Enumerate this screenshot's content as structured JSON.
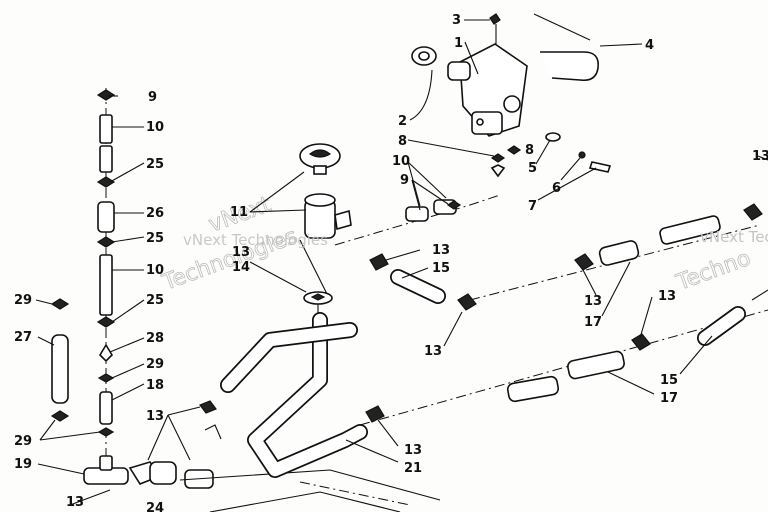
{
  "watermarks": [
    {
      "text": "vNext Technologies"
    },
    {
      "text": "vNext"
    },
    {
      "text": "Technologies"
    },
    {
      "text": "vNext Technologies"
    },
    {
      "text": "Techno"
    }
  ],
  "callouts": [
    {
      "text": "1"
    },
    {
      "text": "2"
    },
    {
      "text": "3"
    },
    {
      "text": "4"
    },
    {
      "text": "5"
    },
    {
      "text": "6"
    },
    {
      "text": "7"
    },
    {
      "text": "8"
    },
    {
      "text": "8"
    },
    {
      "text": "9"
    },
    {
      "text": "9"
    },
    {
      "text": "10"
    },
    {
      "text": "10"
    },
    {
      "text": "10"
    },
    {
      "text": "11"
    },
    {
      "text": "13"
    },
    {
      "text": "13"
    },
    {
      "text": "13"
    },
    {
      "text": "13"
    },
    {
      "text": "13"
    },
    {
      "text": "13"
    },
    {
      "text": "13"
    },
    {
      "text": "13"
    },
    {
      "text": "13"
    },
    {
      "text": "14"
    },
    {
      "text": "15"
    },
    {
      "text": "15"
    },
    {
      "text": "17"
    },
    {
      "text": "17"
    },
    {
      "text": "18"
    },
    {
      "text": "19"
    },
    {
      "text": "21"
    },
    {
      "text": "24"
    },
    {
      "text": "25"
    },
    {
      "text": "25"
    },
    {
      "text": "25"
    },
    {
      "text": "26"
    },
    {
      "text": "27"
    },
    {
      "text": "28"
    },
    {
      "text": "29"
    },
    {
      "text": "29"
    },
    {
      "text": "29"
    }
  ]
}
